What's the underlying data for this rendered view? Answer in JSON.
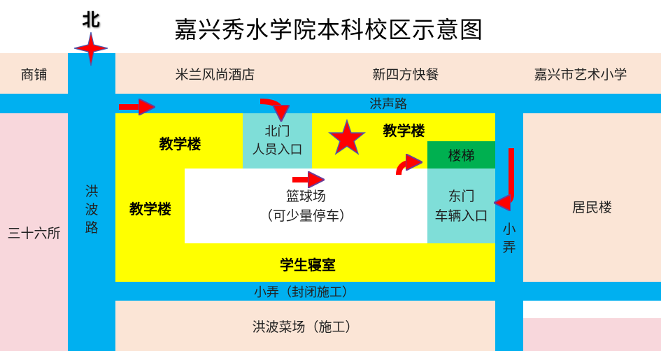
{
  "title": "嘉兴秀水学院本科校区示意图",
  "north_label": "北",
  "shops": {
    "shop": "商铺",
    "hotel": "米兰风尚酒店",
    "fastfood": "新四方快餐",
    "art_school": "嘉兴市艺术小学"
  },
  "roads": {
    "hongsheng": "洪声路",
    "hongbo_chars": [
      "洪",
      "波",
      "路"
    ],
    "alley_chars": [
      "小",
      "弄"
    ],
    "alley_bottom": "小弄（封闭施工）"
  },
  "campus": {
    "teaching_left_top": "教学楼",
    "teaching_right_top": "教学楼",
    "teaching_left": "教学楼",
    "north_gate_line1": "北门",
    "north_gate_line2": "人员入口",
    "stairs": "楼梯",
    "court_line1": "篮球场",
    "court_line2": "（可少量停车）",
    "east_gate_line1": "东门",
    "east_gate_line2": "车辆入口",
    "dorm": "学生寝室"
  },
  "surroundings": {
    "sanshiliu": "三十六所",
    "residential": "居民楼",
    "market": "洪波菜场（施工）"
  },
  "colors": {
    "road": "#00b0f0",
    "campus": "#ffff00",
    "gate": "#7fded8",
    "stairs": "#00b050",
    "shops": "#fbe5d6",
    "neighbors": "#f8d7dc",
    "arrow": "#ff0000",
    "star": "#ff0000"
  }
}
